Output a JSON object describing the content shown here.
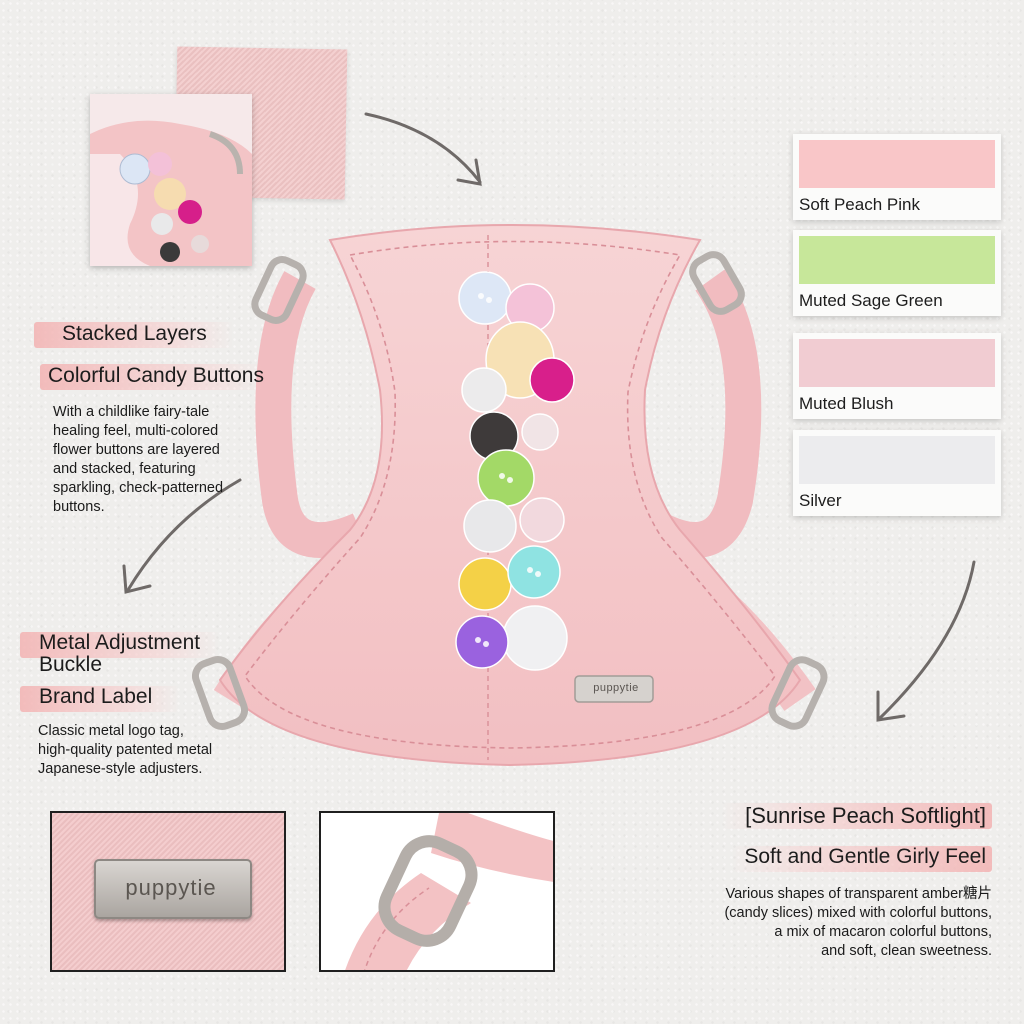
{
  "swatches": [
    {
      "name": "Soft Peach Pink",
      "color": "#f9c6c8"
    },
    {
      "name": "Muted Sage Green",
      "color": "#c7e79a"
    },
    {
      "name": "Muted Blush",
      "color": "#f1ccd2"
    },
    {
      "name": "Silver",
      "color": "#ececee"
    }
  ],
  "left": {
    "heading1": "Stacked Layers",
    "heading2": "Colorful Candy Buttons",
    "paragraph1": [
      "With a childlike fairy-tale",
      "healing feel, multi-colored",
      "flower buttons are layered",
      "and stacked, featuring",
      "sparkling, check-patterned",
      "buttons."
    ],
    "heading3": "Metal Adjustment\nBuckle",
    "heading4": "Brand Label",
    "paragraph2": [
      "Classic metal logo tag,",
      "high-quality patented metal",
      "Japanese-style adjusters."
    ]
  },
  "right": {
    "title": "[Sunrise Peach Softlight]",
    "subtitle": "Soft and Gentle Girly Feel",
    "paragraph": [
      "Various shapes of transparent amber糖片",
      "(candy slices) mixed with colorful buttons,",
      "a mix of macaron colorful buttons,",
      "and soft, clean sweetness."
    ]
  },
  "label_text": "puppytie",
  "colors": {
    "harness_pink": "#f5c8ca",
    "harness_shade": "#e9a9ae",
    "stitch": "#d98f98",
    "metal": "#b6b1ad",
    "brush": "#f3b2b2"
  }
}
